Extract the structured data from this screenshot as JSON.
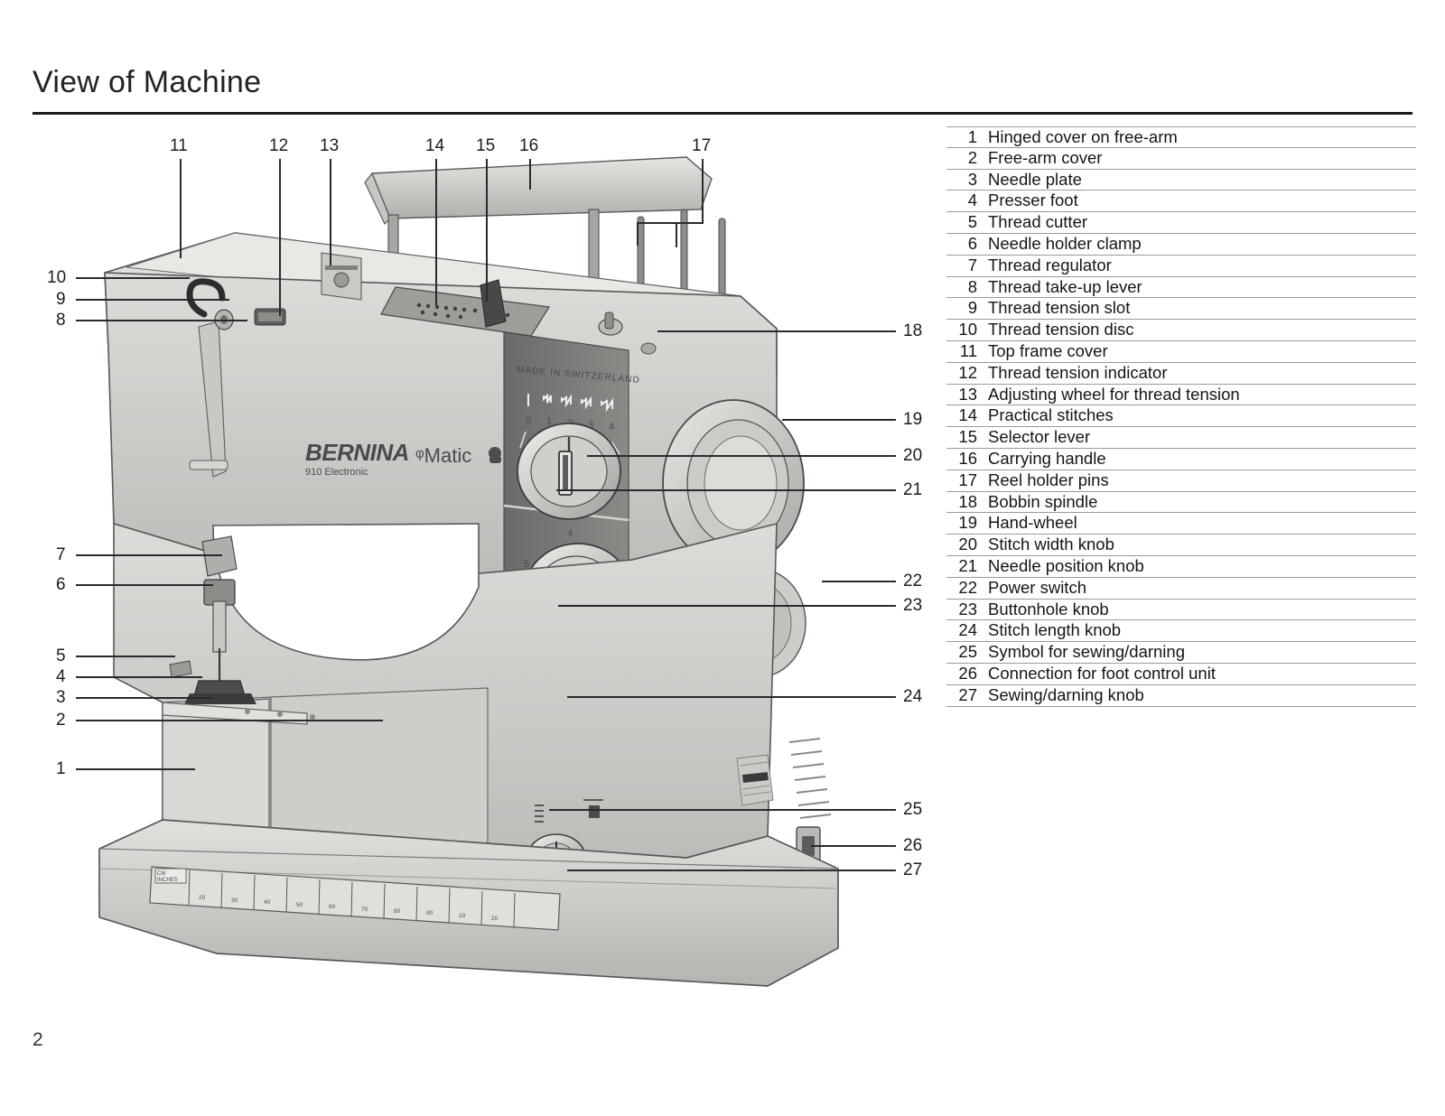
{
  "page": {
    "title": "View of Machine",
    "number": "2"
  },
  "parts_list": [
    {
      "num": "1",
      "label": "Hinged cover on free-arm"
    },
    {
      "num": "2",
      "label": "Free-arm cover"
    },
    {
      "num": "3",
      "label": "Needle plate"
    },
    {
      "num": "4",
      "label": "Presser foot"
    },
    {
      "num": "5",
      "label": "Thread cutter"
    },
    {
      "num": "6",
      "label": "Needle holder clamp"
    },
    {
      "num": "7",
      "label": "Thread regulator"
    },
    {
      "num": "8",
      "label": "Thread take-up lever"
    },
    {
      "num": "9",
      "label": "Thread tension slot"
    },
    {
      "num": "10",
      "label": "Thread tension disc"
    },
    {
      "num": "11",
      "label": "Top frame cover"
    },
    {
      "num": "12",
      "label": "Thread tension indicator"
    },
    {
      "num": "13",
      "label": "Adjusting wheel for thread tension"
    },
    {
      "num": "14",
      "label": "Practical stitches"
    },
    {
      "num": "15",
      "label": "Selector lever"
    },
    {
      "num": "16",
      "label": "Carrying handle"
    },
    {
      "num": "17",
      "label": "Reel holder pins"
    },
    {
      "num": "18",
      "label": "Bobbin spindle"
    },
    {
      "num": "19",
      "label": "Hand-wheel"
    },
    {
      "num": "20",
      "label": "Stitch width knob"
    },
    {
      "num": "21",
      "label": "Needle position knob"
    },
    {
      "num": "22",
      "label": "Power switch"
    },
    {
      "num": "23",
      "label": "Buttonhole knob"
    },
    {
      "num": "24",
      "label": "Stitch length knob"
    },
    {
      "num": "25",
      "label": "Symbol for sewing/darning"
    },
    {
      "num": "26",
      "label": "Connection for foot control unit"
    },
    {
      "num": "27",
      "label": "Sewing/darning knob"
    }
  ],
  "callouts": {
    "top": [
      "11",
      "12",
      "13",
      "14",
      "15",
      "16",
      "17"
    ],
    "left": [
      "10",
      "9",
      "8",
      "7",
      "6",
      "5",
      "4",
      "3",
      "2",
      "1"
    ],
    "right": [
      "18",
      "19",
      "20",
      "21",
      "22",
      "23",
      "24",
      "25",
      "26",
      "27"
    ]
  },
  "machine": {
    "brand": "BERNINA",
    "brand_suffix": "Matic",
    "model": "910 Electronic",
    "origin": "MADE IN SWITZERLAND",
    "stitch_width_scale": [
      "0",
      "1",
      "2",
      "3",
      "4"
    ],
    "ruler_label": "CM / INCHES"
  },
  "colors": {
    "rule": "#1c1c1c",
    "list_rule": "#9a9a9a",
    "text": "#151515",
    "body_light": "#d9d9d6",
    "body_mid": "#c2c2bf",
    "body_dark": "#8e8e8b",
    "panel_dark": "#6e6e6c",
    "panel_darker": "#5a5a58",
    "outline": "#3a3a3a"
  }
}
